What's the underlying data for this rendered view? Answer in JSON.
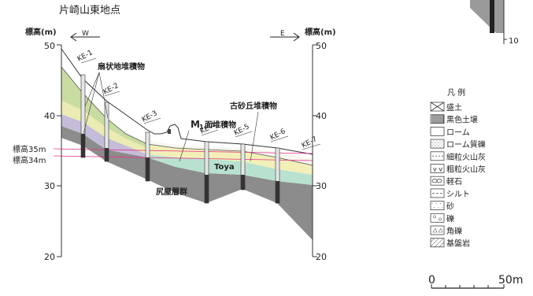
{
  "title": "片崎山東地点",
  "west_label": "W",
  "east_label": "E",
  "y_axis_title_left": "標高(m)",
  "y_axis_title_right": "標高(m)",
  "y_ticks": [
    "50",
    "40",
    "30",
    "20"
  ],
  "level_labels": {
    "el35": "標高35m",
    "el34": "標高34m"
  },
  "boreholes": [
    "KE-1",
    "KE-2",
    "KE-3",
    "KE-4",
    "KE-5",
    "KE-6",
    "KE-7"
  ],
  "unit_labels": {
    "fan": "扇状地堆積物",
    "m1_prefix": "M",
    "m1_sub": "1",
    "m1_suffix": "面堆積物",
    "old_dune": "古砂丘堆積物",
    "toya": "Toya",
    "shiriya": "尻屋層群"
  },
  "inset_tick": "10",
  "legend": {
    "title": "凡 例",
    "items": [
      {
        "label": "盛土",
        "pattern": "cross"
      },
      {
        "label": "黒色土壌",
        "pattern": "vlines"
      },
      {
        "label": "ローム",
        "pattern": "plain"
      },
      {
        "label": "ローム質礫",
        "pattern": "dots"
      },
      {
        "label": "細粒火山灰",
        "pattern": "fine"
      },
      {
        "label": "粗粒火山灰",
        "pattern": "vv"
      },
      {
        "label": "軽石",
        "pattern": "pumice"
      },
      {
        "label": "シルト",
        "pattern": "dash"
      },
      {
        "label": "砂",
        "pattern": "sand"
      },
      {
        "label": "礫",
        "pattern": "gravel"
      },
      {
        "label": "角礫",
        "pattern": "angular"
      },
      {
        "label": "基盤岩",
        "pattern": "hatch"
      }
    ]
  },
  "scale": {
    "zero": "0",
    "end": "50m"
  },
  "colors": {
    "basement": "#8c8c8c",
    "basement_dark": "#6e6e6e",
    "fan_green": "#c9dca2",
    "fan_yellow": "#ecebb3",
    "fan_purple": "#c4bcd8",
    "toya_teal": "#b8e2cf",
    "m1_yellow": "#f2efb8",
    "pink_line": "#e8308a"
  }
}
